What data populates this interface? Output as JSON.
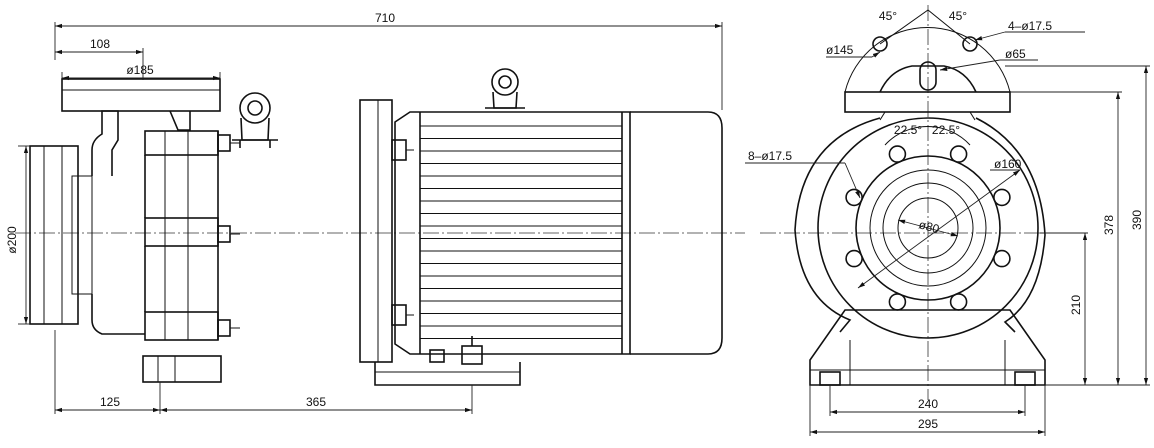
{
  "dimensions": {
    "overall_length": "710",
    "suction_flange_offset": "108",
    "suction_flange_dia": "ø185",
    "discharge_flange_dia": "ø200",
    "pump_center_to_foot": "125",
    "foot_spacing_side": "365",
    "bolt_angle_left": "45°",
    "bolt_angle_right": "45°",
    "suction_bolts": "4–ø17.5",
    "bolt_circle_outlet": "ø145",
    "outlet_bore": "ø65",
    "inlet_bolt_angle_left": "22.5°",
    "inlet_bolt_angle_right": "22.5°",
    "inlet_bolts": "8–ø17.5",
    "inlet_bolt_circle": "ø160",
    "inlet_bore": "ø80",
    "shaft_height": "210",
    "height_to_flange": "378",
    "overall_height": "390",
    "foot_bolt_spacing": "240",
    "base_width": "295"
  }
}
